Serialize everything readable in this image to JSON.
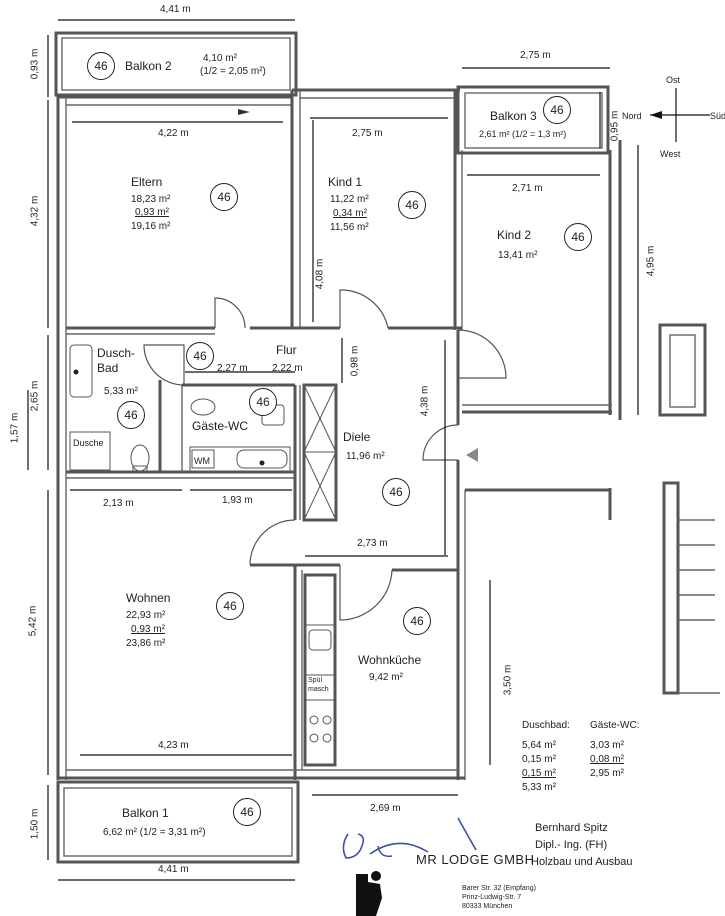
{
  "dimensions": {
    "top_width": "4,41 m",
    "bottom_width": "4,41 m",
    "balkon2_depth": "0,93 m",
    "eltern_width": "4,22 m",
    "eltern_depth": "4,32 m",
    "kind1_width": "2,75 m",
    "kind1_depth": "4,08 m",
    "balkon3_width": "2,75 m",
    "balkon3_depth": "0,95 m",
    "kind2_width": "2,71 m",
    "kind2_depth": "4,95 m",
    "bad_depth": "2,65 m",
    "bad_sub_depth": "1,57 m",
    "flur_w1": "2,27 m",
    "flur_w2": "2,22 m",
    "flur_depth": "0,98 m",
    "diele_depth": "4,38 m",
    "bad_width": "2,13 m",
    "wc_width": "1,93 m",
    "wohnen_depth": "5,42 m",
    "wohnen_width": "4,23 m",
    "diele_width": "2,73 m",
    "kueche_depth": "3,50 m",
    "kueche_width": "2,69 m",
    "balkon1_depth": "1,50 m"
  },
  "rooms": {
    "balkon2": {
      "name": "Balkon 2",
      "area": "4,10 m²",
      "area_half": "(1/2 = 2,05 m²)",
      "badge": "46"
    },
    "eltern": {
      "name": "Eltern",
      "area1": "18,23 m²",
      "area2": "0,93 m²",
      "area3": "19,16 m²",
      "badge": "46"
    },
    "kind1": {
      "name": "Kind 1",
      "area1": "11,22 m²",
      "area2": "0,34 m²",
      "area3": "11,56 m²",
      "badge": "46"
    },
    "balkon3": {
      "name": "Balkon 3",
      "area": "2,61 m² (1/2 = 1,3 m²)",
      "badge": "46"
    },
    "kind2": {
      "name": "Kind 2",
      "area": "13,41 m²",
      "badge": "46"
    },
    "duschbad": {
      "name_line1": "Dusch-",
      "name_line2": "Bad",
      "area": "5,33 m²",
      "badge": "46",
      "fixture": "Dusche"
    },
    "flur": {
      "name": "Flur",
      "badge": "46"
    },
    "gaeste_wc": {
      "name": "Gäste-WC",
      "badge": "46",
      "appliance": "WM"
    },
    "diele": {
      "name": "Diele",
      "area": "11,96 m²",
      "badge": "46"
    },
    "wohnen": {
      "name": "Wohnen",
      "area1": "22,93 m²",
      "area2": "0,93 m²",
      "area3": "23,86 m²",
      "badge": "46"
    },
    "kueche": {
      "name": "Wohnküche",
      "area": "9,42 m²",
      "badge": "46",
      "appliance_line1": "Spül",
      "appliance_line2": "masch"
    },
    "balkon1": {
      "name": "Balkon 1",
      "area": "6,62 m² (1/2 = 3,31 m²)",
      "badge": "46"
    }
  },
  "compass": {
    "north": "Ost",
    "left": "Nord",
    "right": "Süd",
    "bottom": "West"
  },
  "area_table": {
    "col1_header": "Duschbad:",
    "col2_header": "Gäste-WC:",
    "col1": [
      "5,64 m²",
      "0,15 m²",
      "0,15 m²",
      "5,33 m²"
    ],
    "col2": [
      "3,03 m²",
      "0,08 m²",
      "2,95 m²"
    ]
  },
  "signature_block": {
    "name": "Bernhard Spitz",
    "title": "Dipl.- Ing. (FH)",
    "trade": "Holzbau und Ausbau",
    "company": "MR LODGE GMBH",
    "address1": "Barer Str. 32 (Empfang)",
    "address2": "Prinz-Ludwig-Str. 7",
    "address3": "80333 München"
  }
}
